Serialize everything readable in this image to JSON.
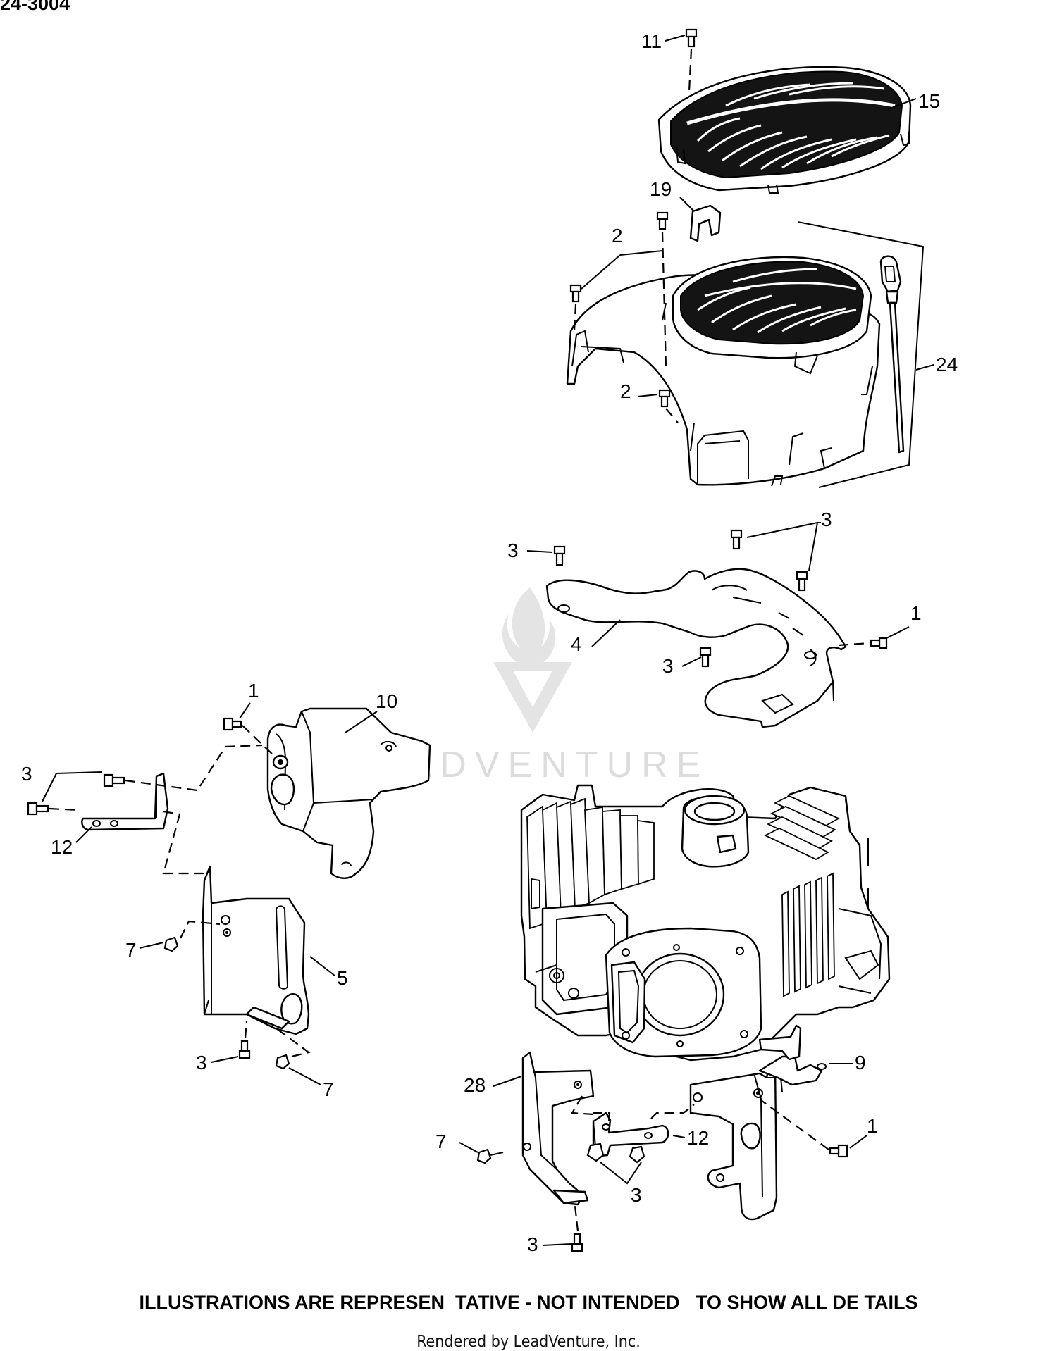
{
  "document_id": "24-3004",
  "footer": {
    "disclaimer": "ILLUSTRATIONS ARE REPRESEN  TATIVE - NOT INTENDED   TO SHOW ALL DE TAILS",
    "rendered_by": "Rendered by LeadVenture, Inc."
  },
  "watermark": {
    "text": "LEADVENTURE"
  },
  "callouts": {
    "c11": "11",
    "c15": "15",
    "c19": "19",
    "c2a": "2",
    "c24": "24",
    "c2b": "2",
    "c3a": "3",
    "c3b": "3",
    "c1a": "1",
    "c4": "4",
    "c3c": "3",
    "c1b": "1",
    "c10": "10",
    "c3d": "3",
    "c12a": "12",
    "c7a": "7",
    "c5": "5",
    "c3e": "3",
    "c7b": "7",
    "c9": "9",
    "c28": "28",
    "c12b": "12",
    "c1c": "1",
    "c7c": "7",
    "c3f": "3",
    "c3g": "3"
  }
}
